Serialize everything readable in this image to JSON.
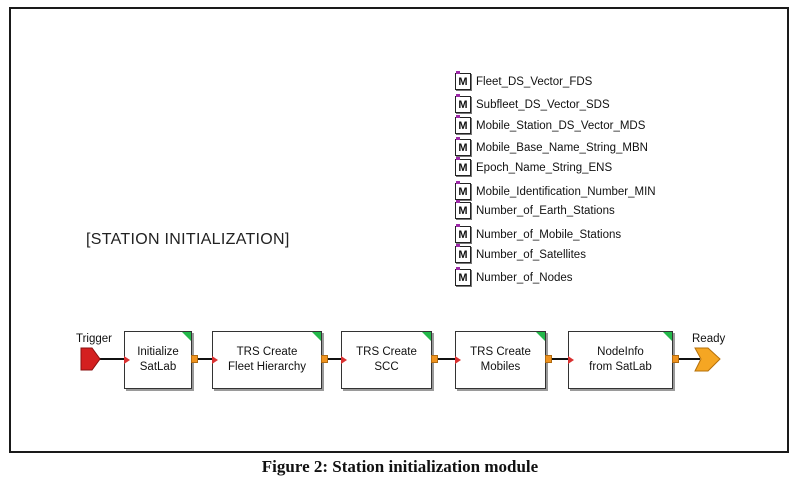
{
  "diagram": {
    "section_title": "[STATION INITIALIZATION]",
    "memories": [
      "Fleet_DS_Vector_FDS",
      "Subfleet_DS_Vector_SDS",
      "Mobile_Station_DS_Vector_MDS",
      "Mobile_Base_Name_String_MBN",
      "Epoch_Name_String_ENS",
      "Mobile_Identification_Number_MIN",
      "Number_of_Earth_Stations",
      "Number_of_Mobile_Stations",
      "Number_of_Satellites",
      "Number_of_Nodes"
    ],
    "memory_icon_letter": "M",
    "blocks": [
      "Initialize\nSatLab",
      "TRS Create\nFleet Hierarchy",
      "TRS Create\nSCC",
      "TRS Create\nMobiles",
      "NodeInfo\nfrom SatLab"
    ],
    "input_label": "Trigger",
    "output_label": "Ready",
    "colors": {
      "trigger": "#d42020",
      "ready": "#f5a623",
      "port": "#f0931e",
      "corner": "#23b84a",
      "memory_pin": "#9c2aa6"
    }
  },
  "caption": "Figure 2: Station initialization module"
}
